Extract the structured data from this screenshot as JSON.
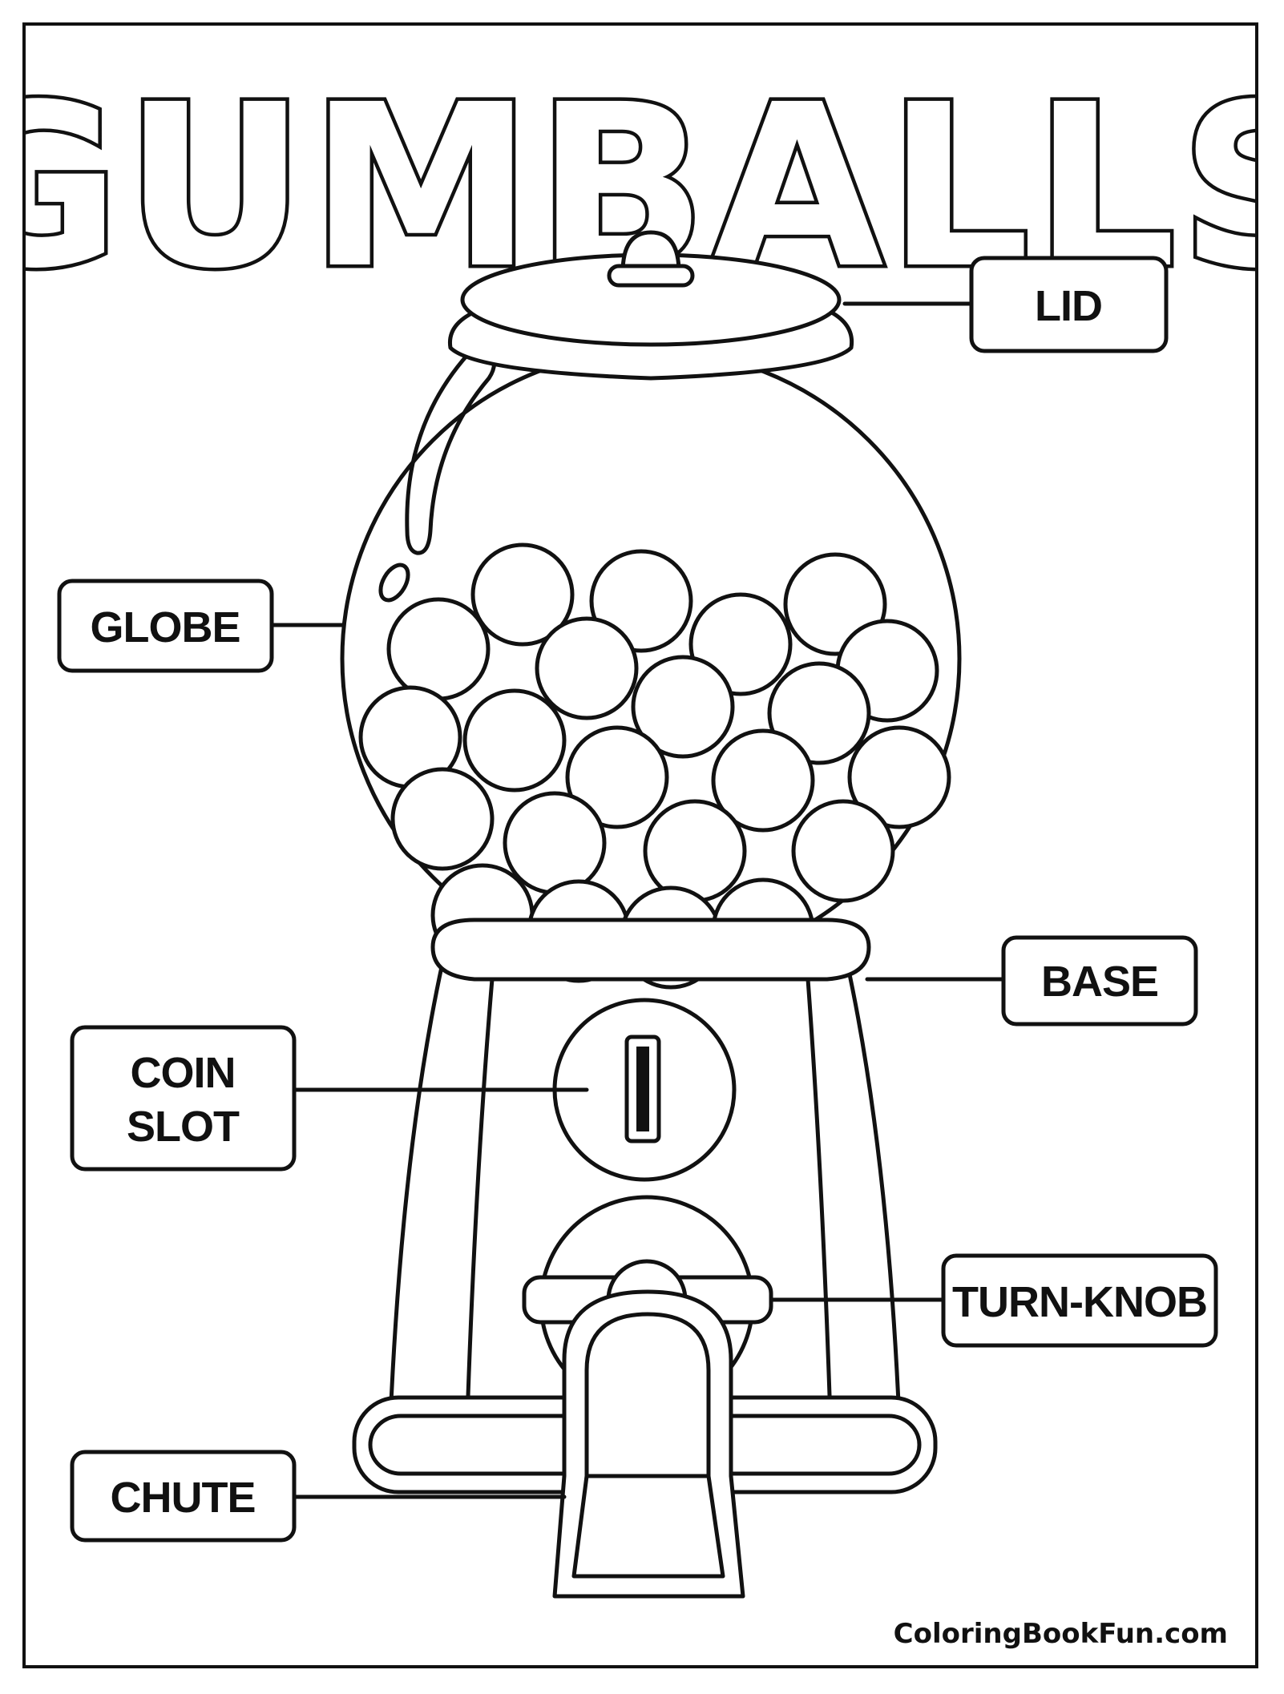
{
  "title": "GUMBALLS",
  "labels": {
    "lid": "LID",
    "globe": "GLOBE",
    "base": "BASE",
    "coin_slot_line1": "COIN",
    "coin_slot_line2": "SLOT",
    "turn_knob": "TURN-KNOB",
    "chute": "CHUTE"
  },
  "footer": "ColoringBookFun.com"
}
